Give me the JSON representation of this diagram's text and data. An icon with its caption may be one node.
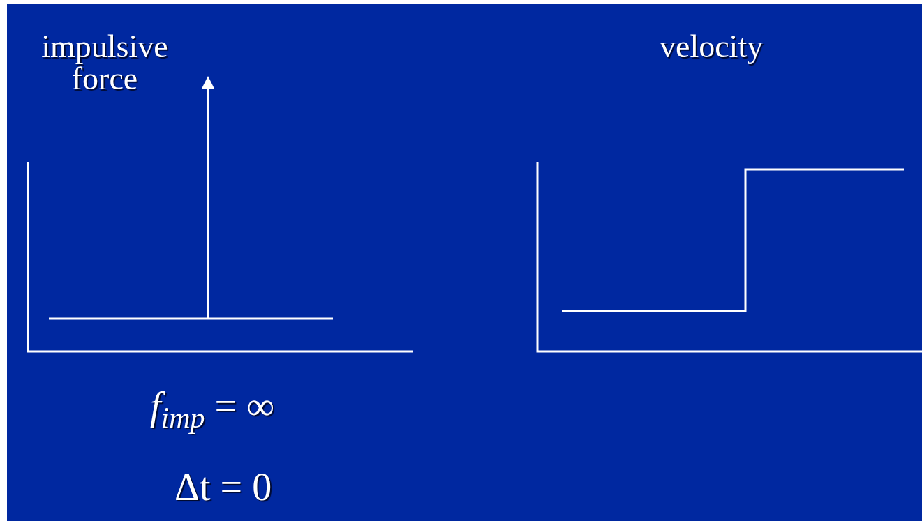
{
  "diagram": {
    "labels": [
      "impulsive force",
      "velocity",
      "*f*$_{imp}$ = ∞",
      "Δt = 0"
    ]
  }
}
